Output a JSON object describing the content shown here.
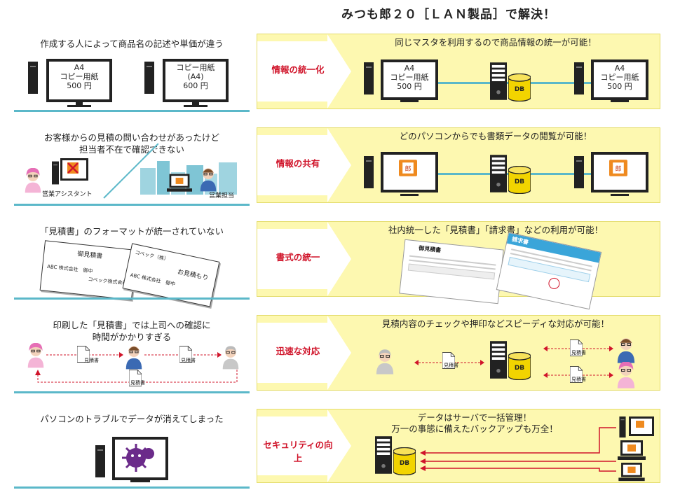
{
  "header": {
    "title": "みつも郎２０［ＬＡＮ製品］で解決！"
  },
  "rows": [
    {
      "left_title": "作成する人によって商品名の記述や単価が違う",
      "left_monitors": [
        {
          "l1": "A4",
          "l2": "コピー用紙",
          "l3": "500 円"
        },
        {
          "l1": "コピー用紙",
          "l2": "(A4)",
          "l3": "600 円"
        }
      ],
      "label": "情報の統一化",
      "right_title": "同じマスタを利用するので商品情報の統一が可能！",
      "right_monitors": [
        {
          "l1": "A4",
          "l2": "コピー用紙",
          "l3": "500 円"
        },
        {
          "l1": "A4",
          "l2": "コピー用紙",
          "l3": "500 円"
        }
      ],
      "db": "DB"
    },
    {
      "left_title": "お客様からの見積の問い合わせがあったけど\n担当者不在で確認できない",
      "person1": "営業アシスタント",
      "person2": "営業担当",
      "label": "情報の共有",
      "right_title": "どのパソコンからでも書類データの閲覧が可能！",
      "db": "DB"
    },
    {
      "left_title": "「見積書」のフォーマットが統一されていない",
      "doc1": {
        "title": "御見積書",
        "company": "ABC 株式会社　御中",
        "company2": "コベック株式会社"
      },
      "doc2": {
        "title": "お見積もり",
        "company": "コベック（株）",
        "company2": "ABC 株式会社　御中"
      },
      "label": "書式の統一",
      "right_title": "社内統一した「見積書」「請求書」などの利用が可能！",
      "rdoc1": "御見積書",
      "rdoc2": "請求書"
    },
    {
      "left_title": "印刷した「見積書」では上司への確認に\n時間がかかりすぎる",
      "doc_label": "見積書",
      "label": "迅速な対応",
      "right_title": "見積内容のチェックや押印などスピーディな対応が可能！",
      "db": "DB"
    },
    {
      "left_title": "パソコンのトラブルでデータが消えてしまった",
      "label": "セキュリティの向上",
      "right_title": "データはサーバで一括管理！\n万一の事態に備えたバックアップも万全！",
      "db": "DB"
    }
  ],
  "colors": {
    "accent_red": "#d0142a",
    "teal": "#5bb8c9",
    "panel": "#fdf8b0",
    "db_yellow": "#f2d400"
  },
  "icons": [
    "monitor-icon",
    "tower-pc-icon",
    "server-icon",
    "database-icon",
    "person-icon",
    "document-icon",
    "virus-icon",
    "laptop-icon",
    "arrow-icon"
  ]
}
